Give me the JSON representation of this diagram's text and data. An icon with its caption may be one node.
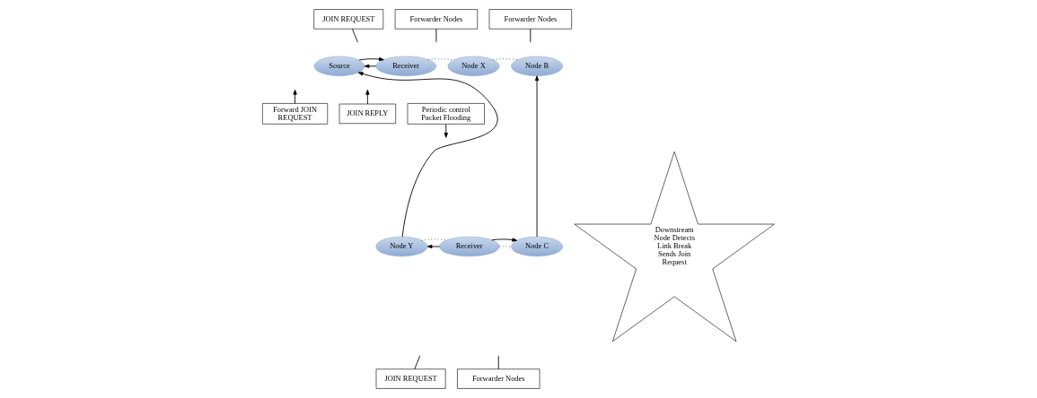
{
  "diagram": {
    "nodes": [
      {
        "text": [
          "JOIN REQUEST"
        ]
      },
      {
        "text": [
          "Forwarder Nodes"
        ]
      },
      {
        "text": [
          "Forwarder Nodes"
        ]
      },
      {
        "text": [
          "Receiver"
        ]
      },
      {
        "text": [
          "Node X"
        ]
      },
      {
        "text": [
          "Source"
        ]
      },
      {
        "text": [
          "Node B"
        ]
      },
      {
        "text": [
          "JOIN REPLY"
        ]
      },
      {
        "text": [
          "Periodic control Packet Flooding"
        ]
      },
      {
        "text": [
          "Downstream Node Detects Link Break Sends Join Request"
        ]
      },
      {
        "text": [
          "Forward JOIN REQUEST"
        ]
      },
      {
        "text": [
          "Receiver"
        ]
      },
      {
        "text": [
          "Node C"
        ]
      },
      {
        "text": [
          "Node Y"
        ]
      },
      {
        "text": [
          "JOIN REQUEST"
        ]
      },
      {
        "text": [
          "Forwarder Nodes"
        ]
      }
    ],
    "edges": [
      {
        "from": 3,
        "to": 5,
        "arrow": "to"
      },
      {
        "from": 5,
        "to": 3,
        "arrow": "to"
      },
      {
        "from": 3,
        "to": 4,
        "arrow": "none",
        "style": "dashed"
      },
      {
        "from": 4,
        "to": 6,
        "arrow": "none",
        "style": "dashed"
      },
      {
        "from": 11,
        "to": 13,
        "arrow": "to"
      },
      {
        "from": 13,
        "to": 11,
        "arrow": "none",
        "style": "dashed"
      },
      {
        "from": 11,
        "to": 12,
        "arrow": "none",
        "style": "dashed"
      },
      {
        "from": 11,
        "to": 12,
        "arrow": "to"
      },
      {
        "from": 12,
        "to": 6,
        "arrow": "to"
      },
      {
        "from": 13,
        "to": 5,
        "arrow": "to"
      },
      {
        "from": 0,
        "to": null,
        "arrow": "none"
      },
      {
        "from": 1,
        "to": null,
        "arrow": "none"
      },
      {
        "from": 2,
        "to": null,
        "arrow": "none"
      },
      {
        "from": 7,
        "to": null,
        "arrow": "to"
      },
      {
        "from": 8,
        "to": null,
        "arrow": "to"
      },
      {
        "from": 10,
        "to": null,
        "arrow": "to"
      },
      {
        "from": 14,
        "to": null,
        "arrow": "none"
      },
      {
        "from": 15,
        "to": null,
        "arrow": "none"
      }
    ]
  }
}
